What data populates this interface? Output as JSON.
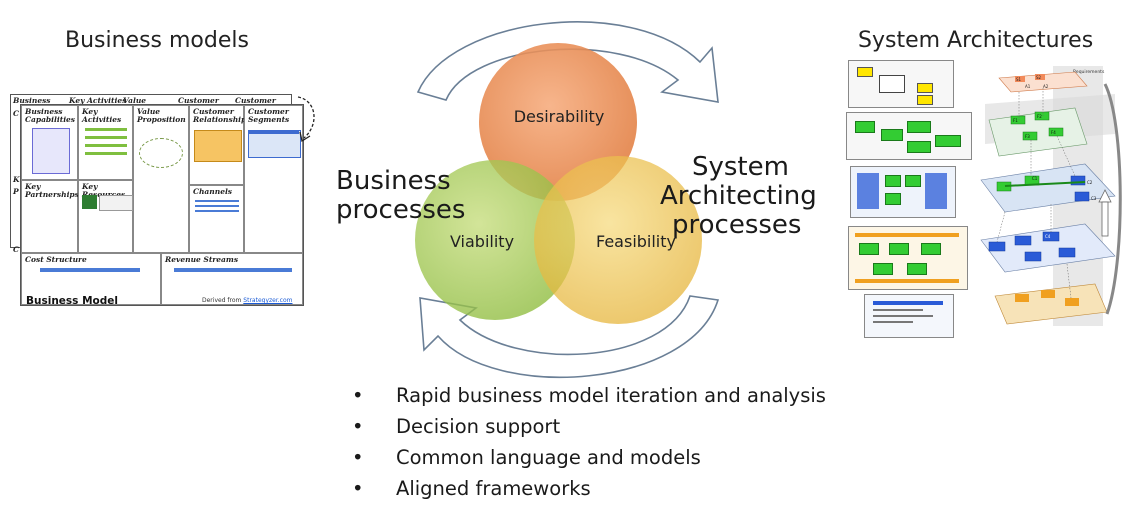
{
  "left": {
    "heading": "Business models",
    "canvas_title": "Business Model",
    "canvas_credit_prefix": "Derived from",
    "canvas_credit_link": "Strategyzer.com",
    "back_sheet_labels": [
      "Business",
      "Key Activities",
      "Value",
      "Customer",
      "Customer"
    ],
    "back_sheet_side_letters": [
      "C",
      "K",
      "P",
      "C"
    ],
    "cells": {
      "business_capabilities": "Business Capabilities",
      "key_activities": "Key Activities",
      "value_proposition": "Value Proposition",
      "customer_relationships": "Customer Relationships",
      "customer_segments": "Customer Segments",
      "key_partnerships": "Key Partnerships",
      "key_resources": "Key Resources",
      "channels": "Channels",
      "cost_structure": "Cost Structure",
      "revenue_streams": "Revenue Streams"
    }
  },
  "center": {
    "circles": {
      "desirability": "Desirability",
      "viability": "Viability",
      "feasibility": "Feasibility"
    },
    "business_processes": {
      "line1": "Business",
      "line2": "processes"
    },
    "system_architecting": {
      "line1": "System",
      "line2": "Architecting",
      "line3": "processes"
    }
  },
  "right": {
    "heading": "System Architectures",
    "layer_label": "Requirements",
    "node_labels": {
      "s1": "S1",
      "s2": "S2",
      "a1": "A1",
      "a2": "A2",
      "f1": "F1",
      "f2": "F2",
      "f3": "F3",
      "f4": "F4",
      "c1": "C1",
      "c2": "C2",
      "c3": "C3",
      "c4": "C4"
    }
  },
  "bullets": [
    "Rapid business model iteration and analysis",
    "Decision support",
    "Common language and models",
    "Aligned frameworks"
  ],
  "bullet_glyph": "•",
  "colors": {
    "desirability": "#e07a3c",
    "viability": "#8dbb3c",
    "feasibility": "#e8b83a",
    "diagram_green": "#33cc33",
    "diagram_blue": "#2a5bd7",
    "arrow_outline": "#6a7f96"
  }
}
